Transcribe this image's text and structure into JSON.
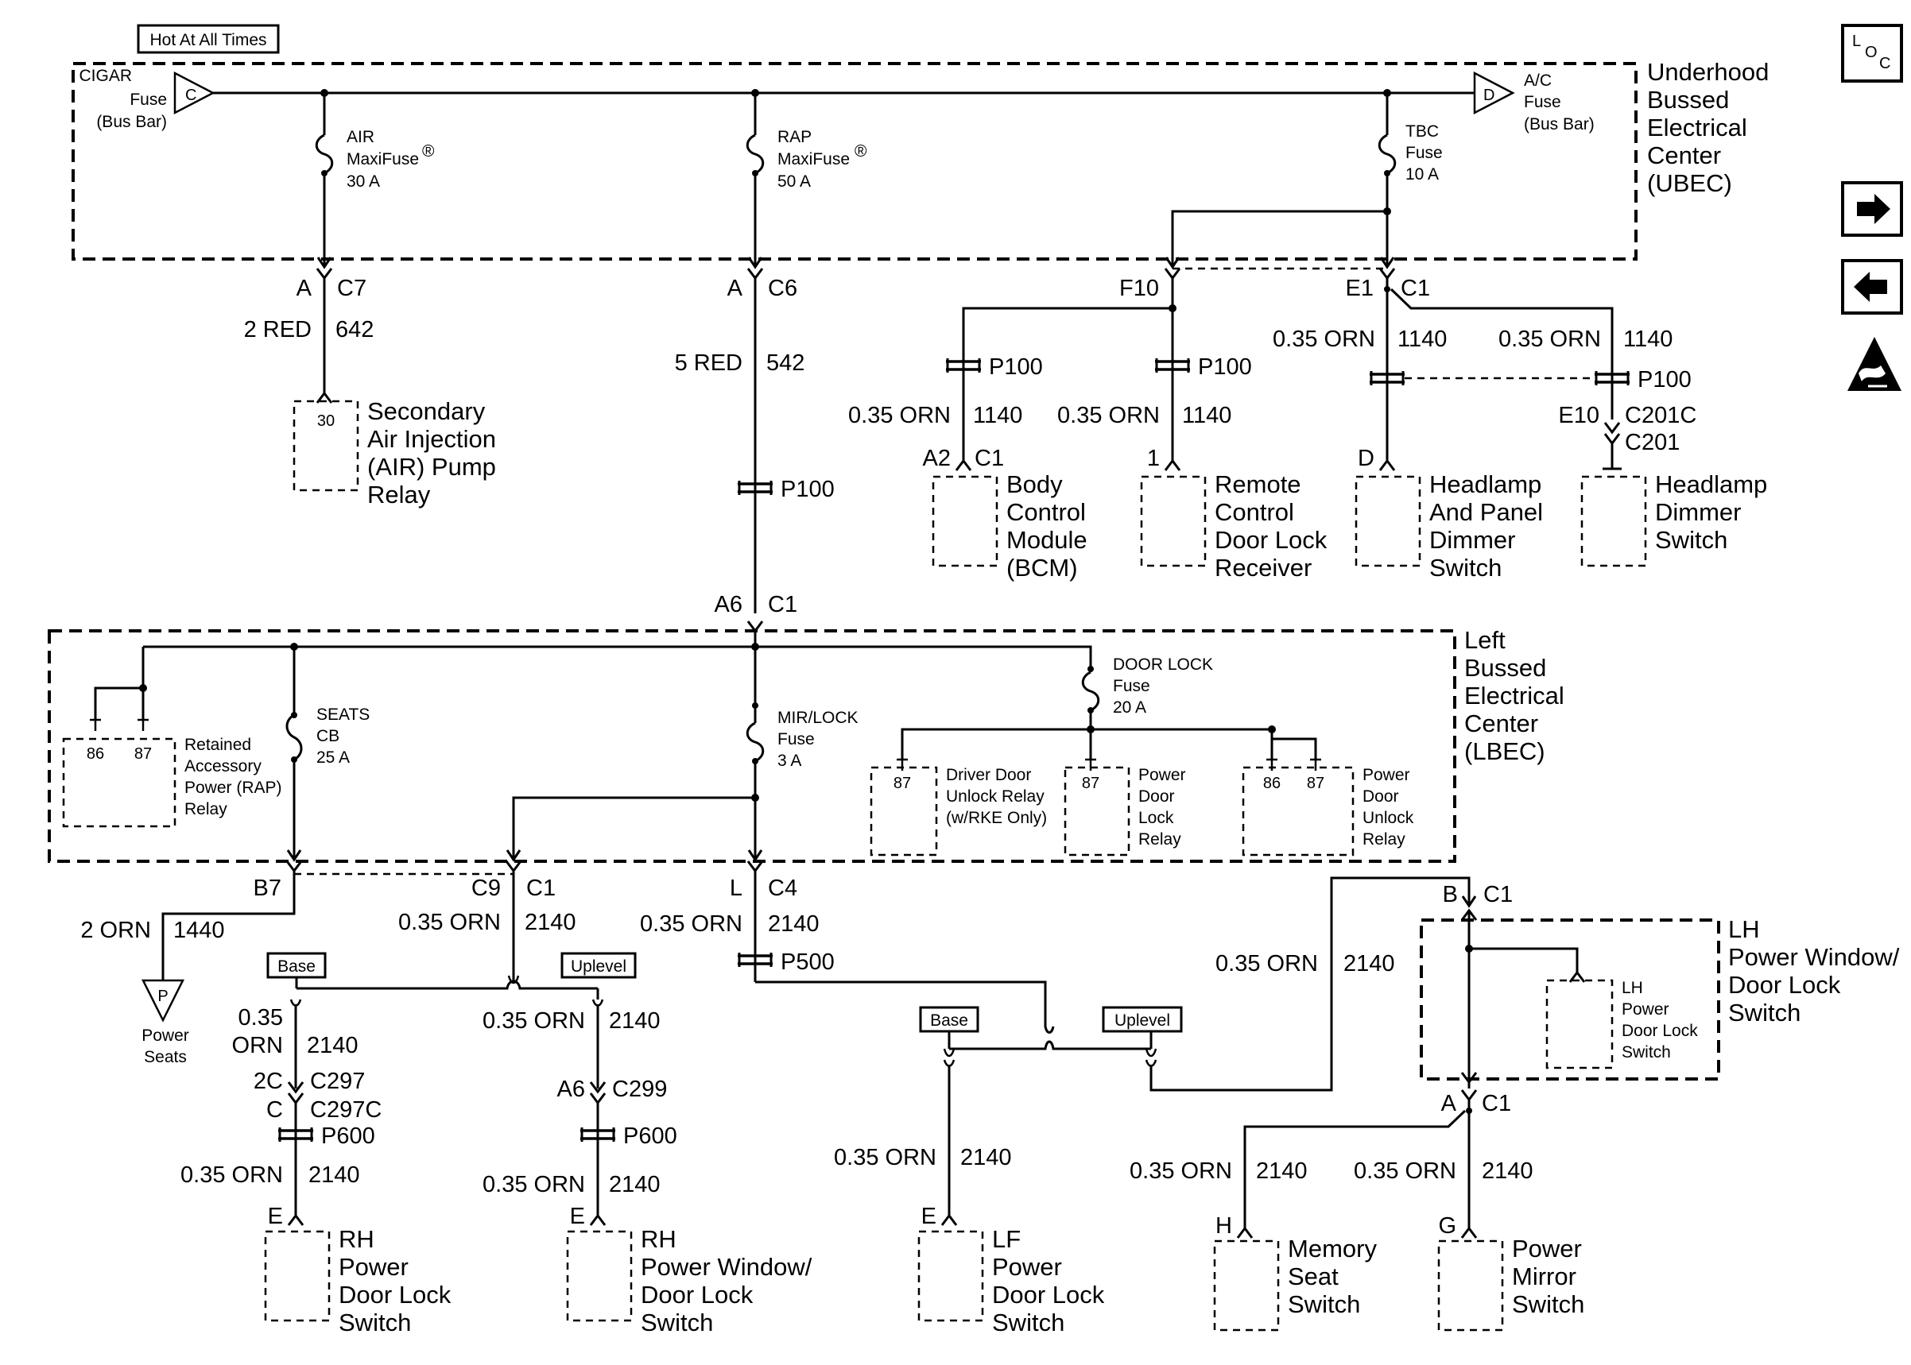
{
  "header": {
    "hot_label": "Hot At All Times"
  },
  "ubec": {
    "title_lines": [
      "Underhood",
      "Bussed",
      "Electrical",
      "Center",
      "(UBEC)"
    ],
    "cigar": [
      "CIGAR",
      "Fuse",
      "(Bus Bar)"
    ],
    "cigar_pin": "C",
    "ac": [
      "A/C",
      "Fuse",
      "(Bus Bar)"
    ],
    "ac_pin": "D",
    "air_fuse": [
      "AIR",
      "MaxiFuse",
      "30 A"
    ],
    "rap_fuse": [
      "RAP",
      "MaxiFuse",
      "50 A"
    ],
    "reg_mark": "®",
    "tbc_fuse": [
      "TBC",
      "Fuse",
      "10 A"
    ]
  },
  "conn": {
    "air_c7": [
      "A",
      "C7"
    ],
    "rap_c6": [
      "A",
      "C6"
    ],
    "f10": "F10",
    "e1_c1": [
      "E1",
      "C1"
    ],
    "a6_c1": [
      "A6",
      "C1"
    ],
    "b7": "B7",
    "c9_c1": [
      "C9",
      "C1"
    ],
    "l_c4": [
      "L",
      "C4"
    ],
    "b_c1": [
      "B",
      "C1"
    ],
    "a_c1": [
      "A",
      "C1"
    ],
    "a2_c1": [
      "A2",
      "C1"
    ],
    "pin1": "1",
    "pin_d": "D",
    "e10_c201c": [
      "E10",
      "C201C"
    ],
    "c201": "C201",
    "c297": [
      "2C",
      "C297"
    ],
    "c297c": [
      "C",
      "C297C"
    ],
    "c299": [
      "A6",
      "C299"
    ],
    "pin_e": "E",
    "pin_h": "H",
    "pin_g": "G",
    "air_pin30": "30"
  },
  "wires": {
    "red2": "2 RED",
    "c642": "642",
    "red5": "5 RED",
    "c542": "542",
    "orn035": "0.35 ORN",
    "orn035_split": [
      "0.35",
      "ORN"
    ],
    "c1140": "1140",
    "orn2": "2 ORN",
    "c1440": "1440",
    "c2140": "2140"
  },
  "splices": {
    "p100": "P100",
    "p500": "P500",
    "p600": "P600"
  },
  "options": {
    "base": "Base",
    "uplevel": "Uplevel"
  },
  "lbec": {
    "title_lines": [
      "Left",
      "Bussed",
      "Electrical",
      "Center",
      "(LBEC)"
    ],
    "seats_cb": [
      "SEATS",
      "CB",
      "25 A"
    ],
    "mir_lock": [
      "MIR/LOCK",
      "Fuse",
      "3 A"
    ],
    "door_lock_fuse": [
      "DOOR LOCK",
      "Fuse",
      "20 A"
    ],
    "rap_relay": [
      "Retained",
      "Accessory",
      "Power (RAP)",
      "Relay"
    ],
    "driver_relay": [
      "Driver Door",
      "Unlock Relay",
      "(w/RKE Only)"
    ],
    "lock_relay": [
      "Power",
      "Door",
      "Lock",
      "Relay"
    ],
    "unlock_relay": [
      "Power",
      "Door",
      "Unlock",
      "Relay"
    ],
    "pin86": "86",
    "pin87": "87"
  },
  "components": {
    "air_relay": [
      "Secondary",
      "Air Injection",
      "(AIR) Pump",
      "Relay"
    ],
    "bcm": [
      "Body",
      "Control",
      "Module",
      "(BCM)"
    ],
    "rcdlr": [
      "Remote",
      "Control",
      "Door Lock",
      "Receiver"
    ],
    "headlamp_panel": [
      "Headlamp",
      "And Panel",
      "Dimmer",
      "Switch"
    ],
    "headlamp_dimmer": [
      "Headlamp",
      "Dimmer",
      "Switch"
    ],
    "power_seats": [
      "Power",
      "Seats"
    ],
    "power_seats_pin": "P",
    "rh_dls": [
      "RH",
      "Power",
      "Door Lock",
      "Switch"
    ],
    "rh_pwdl": [
      "RH",
      "Power Window/",
      "Door Lock",
      "Switch"
    ],
    "lf_dls": [
      "LF",
      "Power",
      "Door Lock",
      "Switch"
    ],
    "lh_pwdl": [
      "LH",
      "Power Window/",
      "Door Lock",
      "Switch"
    ],
    "lh_inner": [
      "LH",
      "Power",
      "Door Lock",
      "Switch"
    ],
    "memory_seat": [
      "Memory",
      "Seat",
      "Switch"
    ],
    "power_mirror": [
      "Power",
      "Mirror",
      "Switch"
    ]
  },
  "nav": {
    "loc_letters": [
      "L",
      "O",
      "C"
    ]
  },
  "icons": {
    "next": "arrow-right-icon",
    "prev": "arrow-left-icon",
    "esd": "esd-warning-icon"
  }
}
